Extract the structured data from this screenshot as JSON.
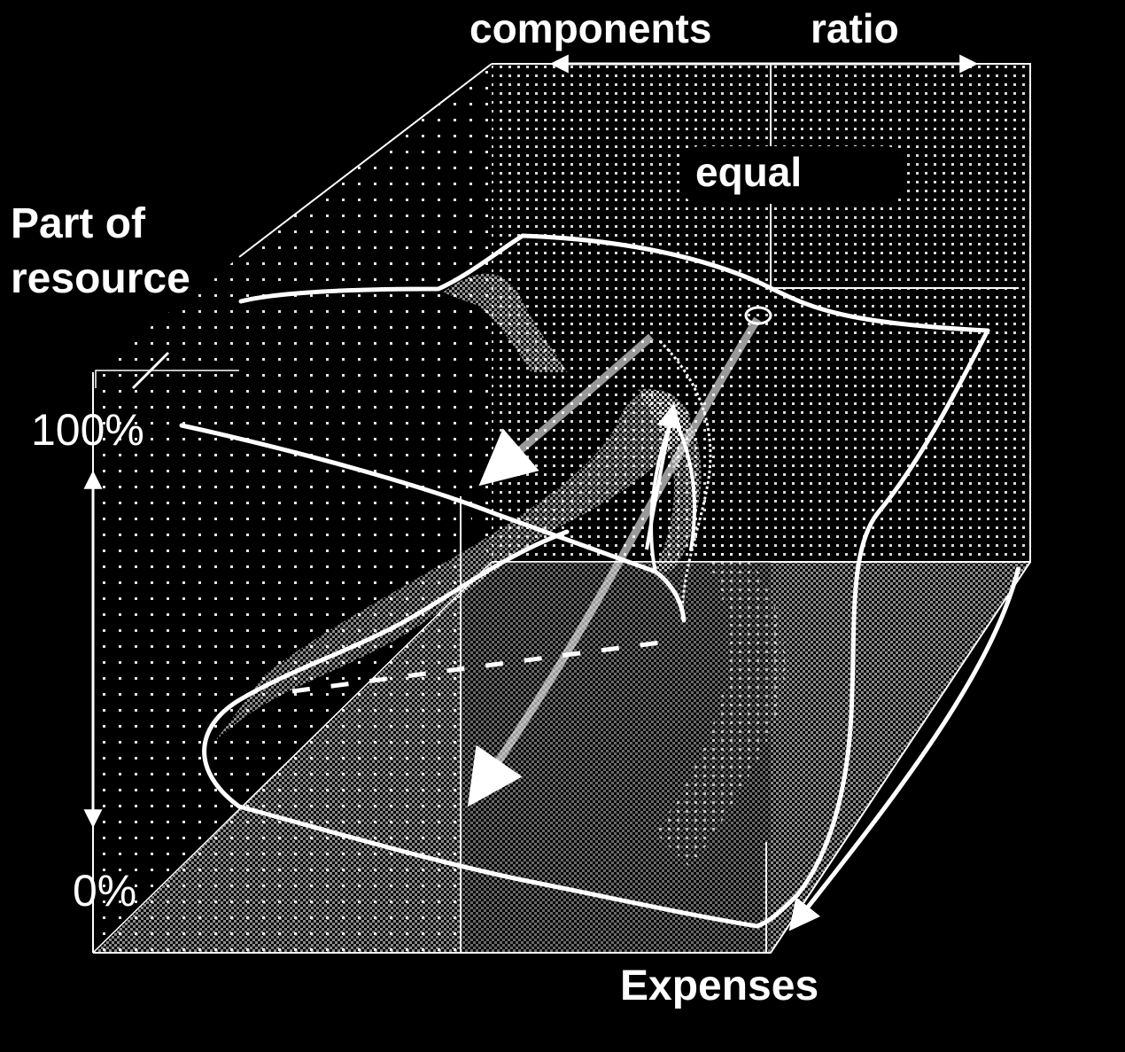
{
  "diagram": {
    "labels": {
      "components": "components",
      "ratio": "ratio",
      "equal": "equal",
      "part_of": "Part of",
      "resource": "resource",
      "pct_100": "100%",
      "pct_0": "0%",
      "expenses": "Expenses"
    },
    "colors": {
      "background": "#000000",
      "foreground": "#ffffff"
    }
  }
}
